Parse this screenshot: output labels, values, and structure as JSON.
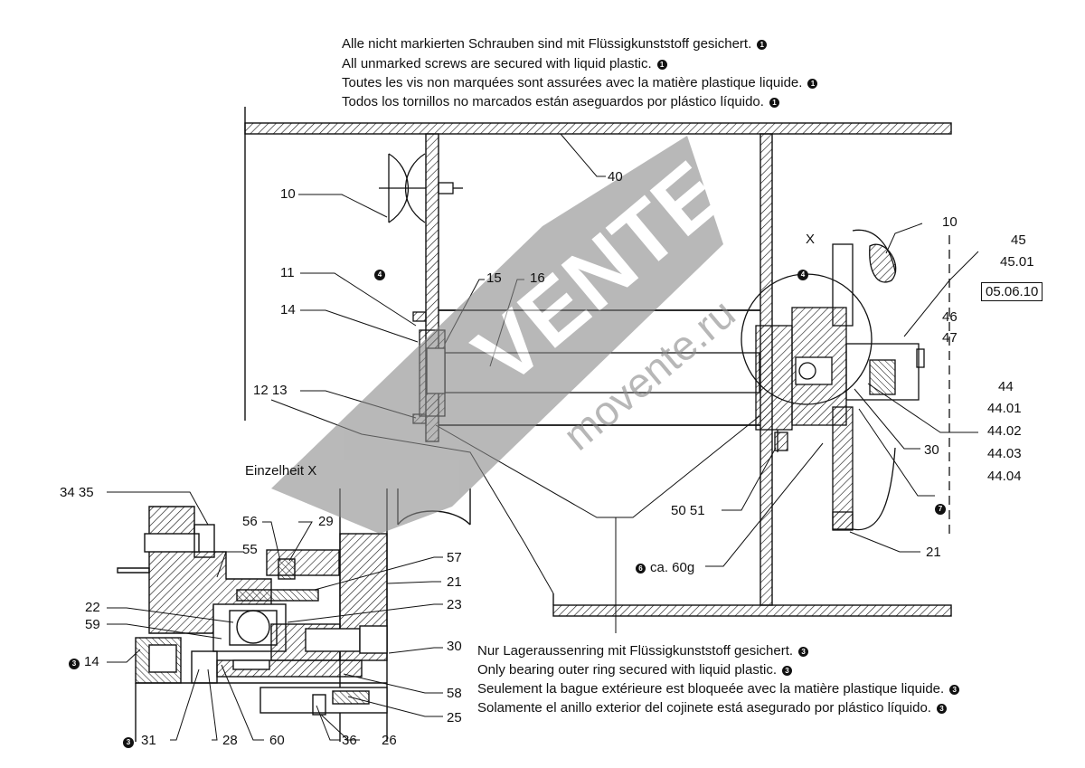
{
  "notes_top": [
    "Alle nicht markierten Schrauben sind mit Flüssigkunststoff gesichert.",
    "All unmarked screws are secured with liquid plastic.",
    "Toutes les vis non marquées sont assurées avec la matière plastique liquide.",
    "Todos los tornillos no marcados están aseguardos por plástico líquido."
  ],
  "notes_top_marker": "1",
  "notes_bottom": [
    "Nur Lageraussenring mit Flüssigkunststoff gesichert.",
    "Only bearing outer ring secured with liquid plastic.",
    "Seulement la bague extérieure est bloqueée avec la matière plastique liquide.",
    "Solamente el anillo exterior del cojinete está asegurado por plástico líquido."
  ],
  "notes_bottom_marker": "3",
  "detail_title": "Einzelheit  X",
  "detail_marker": "X",
  "date_box": "05.06.10",
  "grease_note": "ca. 60g",
  "grease_marker": "6",
  "labels": {
    "l10a": "10",
    "l40": "40",
    "l10b": "10",
    "lX": "X",
    "l45": "45",
    "l4501": "45.01",
    "l46": "46",
    "l47": "47",
    "l44": "44",
    "l4401": "44.01",
    "l4402": "44.02",
    "l4403": "44.03",
    "l4404": "44.04",
    "l11": "11",
    "l15": "15",
    "l16": "16",
    "l14": "14",
    "l1213": "12 13",
    "l30a": "30",
    "l5051": "50  51",
    "l21a": "21",
    "l3435": "34  35",
    "l56": "56",
    "l29": "29",
    "l55": "55",
    "l57": "57",
    "l21b": "21",
    "l22": "22",
    "l23": "23",
    "l59": "59",
    "l14b": "14",
    "l30b": "30",
    "l58": "58",
    "l25": "25",
    "l31": "31",
    "l28": "28",
    "l60": "60",
    "l36": "36",
    "l26": "26"
  },
  "markers": {
    "m4a": "4",
    "m4b": "4",
    "m7": "7",
    "m3a": "3",
    "m3b": "3"
  },
  "watermark": {
    "brand": "VENTE",
    "url": "movente.ru"
  }
}
